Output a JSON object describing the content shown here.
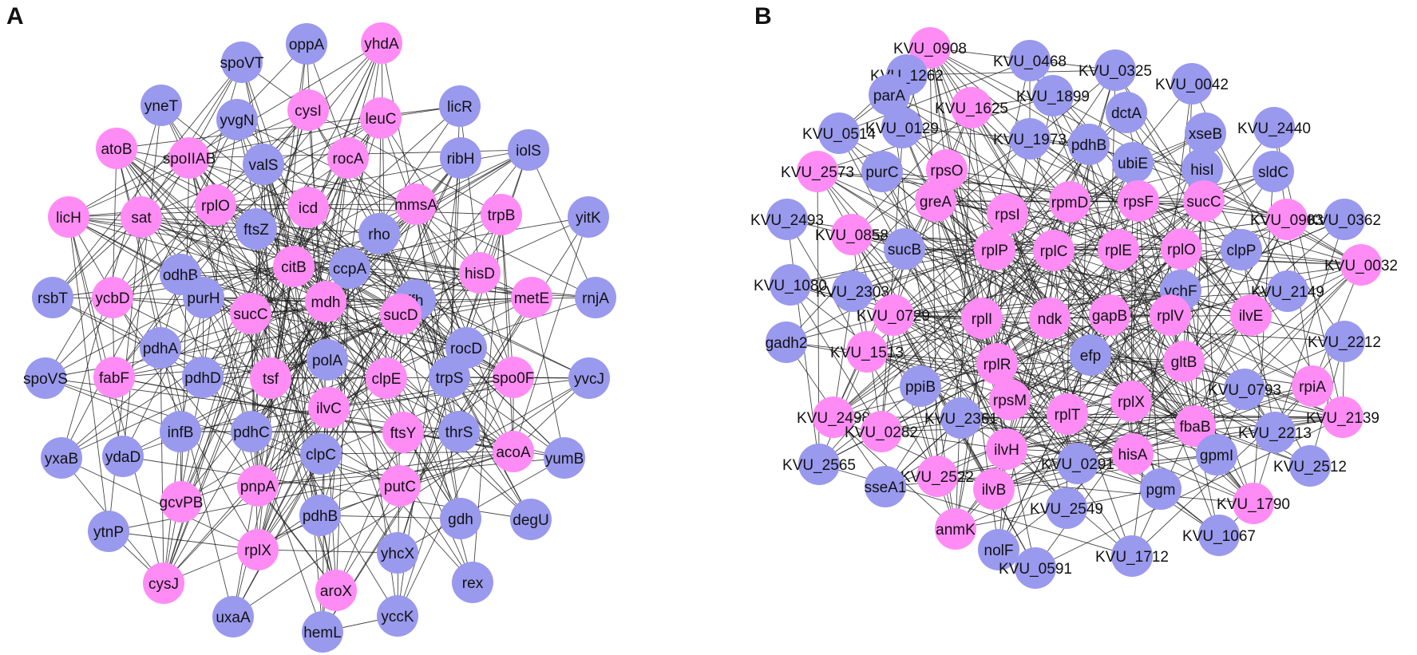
{
  "colors": {
    "hub": "#ff8cf5",
    "peripheral": "#9999ee",
    "edge": "#1a1a1a"
  },
  "panels": [
    {
      "label": "A",
      "nodes": [
        {
          "name": "spoVT",
          "c": "p"
        },
        {
          "name": "oppA",
          "c": "p"
        },
        {
          "name": "yhdA",
          "c": "h"
        },
        {
          "name": "yneT",
          "c": "p"
        },
        {
          "name": "yvgN",
          "c": "p"
        },
        {
          "name": "cysI",
          "c": "h"
        },
        {
          "name": "leuC",
          "c": "h"
        },
        {
          "name": "licR",
          "c": "p"
        },
        {
          "name": "atoB",
          "c": "h"
        },
        {
          "name": "spoIIAB",
          "c": "h"
        },
        {
          "name": "valS",
          "c": "p"
        },
        {
          "name": "rocA",
          "c": "h"
        },
        {
          "name": "ribH",
          "c": "p"
        },
        {
          "name": "iolS",
          "c": "p"
        },
        {
          "name": "licH",
          "c": "h"
        },
        {
          "name": "sat",
          "c": "h"
        },
        {
          "name": "rplO",
          "c": "h"
        },
        {
          "name": "icd",
          "c": "h"
        },
        {
          "name": "mmsA",
          "c": "h"
        },
        {
          "name": "trpB",
          "c": "h"
        },
        {
          "name": "yitK",
          "c": "p"
        },
        {
          "name": "ftsZ",
          "c": "p"
        },
        {
          "name": "rho",
          "c": "p"
        },
        {
          "name": "odhB",
          "c": "p"
        },
        {
          "name": "citB",
          "c": "h"
        },
        {
          "name": "ccpA",
          "c": "p"
        },
        {
          "name": "hisD",
          "c": "h"
        },
        {
          "name": "rsbT",
          "c": "p"
        },
        {
          "name": "ycbD",
          "c": "h"
        },
        {
          "name": "purH",
          "c": "p"
        },
        {
          "name": "mdh",
          "c": "h"
        },
        {
          "name": "ffh",
          "c": "p"
        },
        {
          "name": "metE",
          "c": "h"
        },
        {
          "name": "rnjA",
          "c": "p"
        },
        {
          "name": "sucC",
          "c": "h"
        },
        {
          "name": "sucD",
          "c": "h"
        },
        {
          "name": "pdhA",
          "c": "p"
        },
        {
          "name": "rocD",
          "c": "p"
        },
        {
          "name": "spoVS",
          "c": "p"
        },
        {
          "name": "fabF",
          "c": "h"
        },
        {
          "name": "pdhD",
          "c": "p"
        },
        {
          "name": "tsf",
          "c": "h"
        },
        {
          "name": "polA",
          "c": "p"
        },
        {
          "name": "clpE",
          "c": "h"
        },
        {
          "name": "trpS",
          "c": "p"
        },
        {
          "name": "spo0F",
          "c": "h"
        },
        {
          "name": "yvcJ",
          "c": "p"
        },
        {
          "name": "ilvC",
          "c": "h"
        },
        {
          "name": "infB",
          "c": "p"
        },
        {
          "name": "pdhC",
          "c": "p"
        },
        {
          "name": "ftsY",
          "c": "h"
        },
        {
          "name": "thrS",
          "c": "p"
        },
        {
          "name": "yxaB",
          "c": "p"
        },
        {
          "name": "ydaD",
          "c": "p"
        },
        {
          "name": "clpC",
          "c": "p"
        },
        {
          "name": "acoA",
          "c": "h"
        },
        {
          "name": "yumB",
          "c": "p"
        },
        {
          "name": "pnpA",
          "c": "h"
        },
        {
          "name": "putC",
          "c": "h"
        },
        {
          "name": "gcvPB",
          "c": "h"
        },
        {
          "name": "pdhB",
          "c": "p"
        },
        {
          "name": "gdh",
          "c": "p"
        },
        {
          "name": "degU",
          "c": "p"
        },
        {
          "name": "ytnP",
          "c": "p"
        },
        {
          "name": "rplX",
          "c": "h"
        },
        {
          "name": "yhcX",
          "c": "p"
        },
        {
          "name": "cysJ",
          "c": "h"
        },
        {
          "name": "aroX",
          "c": "h"
        },
        {
          "name": "rex",
          "c": "p"
        },
        {
          "name": "uxaA",
          "c": "p"
        },
        {
          "name": "hemL",
          "c": "p"
        },
        {
          "name": "yccK",
          "c": "p"
        }
      ]
    },
    {
      "label": "B",
      "nodes": [
        {
          "name": "KVU_0908",
          "c": "h"
        },
        {
          "name": "KVU_0468",
          "c": "p"
        },
        {
          "name": "KVU_0325",
          "c": "p"
        },
        {
          "name": "KVU_1262",
          "c": "p"
        },
        {
          "name": "KVU_0042",
          "c": "p"
        },
        {
          "name": "parA",
          "c": "p"
        },
        {
          "name": "KVU_1899",
          "c": "p"
        },
        {
          "name": "KVU_1625",
          "c": "h"
        },
        {
          "name": "dctA",
          "c": "p"
        },
        {
          "name": "KVU_0514",
          "c": "p"
        },
        {
          "name": "KVU_0129",
          "c": "p"
        },
        {
          "name": "KVU_2440",
          "c": "p"
        },
        {
          "name": "xseB",
          "c": "p"
        },
        {
          "name": "KVU_1973",
          "c": "p"
        },
        {
          "name": "pdhB",
          "c": "p"
        },
        {
          "name": "KVU_2573",
          "c": "h"
        },
        {
          "name": "purC",
          "c": "p"
        },
        {
          "name": "rpsO",
          "c": "h"
        },
        {
          "name": "ubiE",
          "c": "p"
        },
        {
          "name": "hisI",
          "c": "p"
        },
        {
          "name": "sldC",
          "c": "p"
        },
        {
          "name": "greA",
          "c": "h"
        },
        {
          "name": "rpmD",
          "c": "h"
        },
        {
          "name": "rpsF",
          "c": "h"
        },
        {
          "name": "sucC",
          "c": "h"
        },
        {
          "name": "rpsI",
          "c": "h"
        },
        {
          "name": "KVU_2493",
          "c": "p"
        },
        {
          "name": "KVU_0903",
          "c": "h"
        },
        {
          "name": "KVU_0362",
          "c": "p"
        },
        {
          "name": "KVU_0858",
          "c": "h"
        },
        {
          "name": "sucB",
          "c": "p"
        },
        {
          "name": "rplP",
          "c": "h"
        },
        {
          "name": "rplC",
          "c": "h"
        },
        {
          "name": "rplE",
          "c": "h"
        },
        {
          "name": "rplO",
          "c": "h"
        },
        {
          "name": "clpP",
          "c": "p"
        },
        {
          "name": "KVU_0032",
          "c": "h"
        },
        {
          "name": "KVU_1080",
          "c": "p"
        },
        {
          "name": "KVU_2303",
          "c": "p"
        },
        {
          "name": "ychF",
          "c": "p"
        },
        {
          "name": "KVU_2149",
          "c": "p"
        },
        {
          "name": "KVU_0729",
          "c": "h"
        },
        {
          "name": "rplI",
          "c": "h"
        },
        {
          "name": "ndk",
          "c": "h"
        },
        {
          "name": "gapB",
          "c": "h"
        },
        {
          "name": "rplV",
          "c": "h"
        },
        {
          "name": "ilvE",
          "c": "h"
        },
        {
          "name": "gadh2",
          "c": "p"
        },
        {
          "name": "efp",
          "c": "p"
        },
        {
          "name": "KVU_2212",
          "c": "p"
        },
        {
          "name": "KVU_1513",
          "c": "h"
        },
        {
          "name": "rplR",
          "c": "h"
        },
        {
          "name": "gltB",
          "c": "h"
        },
        {
          "name": "rpiA",
          "c": "h"
        },
        {
          "name": "ppiB",
          "c": "p"
        },
        {
          "name": "rpsM",
          "c": "h"
        },
        {
          "name": "rplX",
          "c": "h"
        },
        {
          "name": "KVU_0793",
          "c": "p"
        },
        {
          "name": "KVU_2498",
          "c": "h"
        },
        {
          "name": "KVU_2361",
          "c": "p"
        },
        {
          "name": "rplT",
          "c": "h"
        },
        {
          "name": "KVU_2139",
          "c": "h"
        },
        {
          "name": "KVU_0282",
          "c": "h"
        },
        {
          "name": "fbaB",
          "c": "h"
        },
        {
          "name": "KVU_2213",
          "c": "p"
        },
        {
          "name": "ilvH",
          "c": "h"
        },
        {
          "name": "hisA",
          "c": "h"
        },
        {
          "name": "KVU_2565",
          "c": "p"
        },
        {
          "name": "KVU_2522",
          "c": "h"
        },
        {
          "name": "KVU_0291",
          "c": "p"
        },
        {
          "name": "gpmI",
          "c": "p"
        },
        {
          "name": "KVU_2512",
          "c": "p"
        },
        {
          "name": "sseA1",
          "c": "p"
        },
        {
          "name": "ilvB",
          "c": "h"
        },
        {
          "name": "pgm",
          "c": "p"
        },
        {
          "name": "KVU_1790",
          "c": "h"
        },
        {
          "name": "KVU_2549",
          "c": "p"
        },
        {
          "name": "anmK",
          "c": "h"
        },
        {
          "name": "KVU_1067",
          "c": "p"
        },
        {
          "name": "nolF",
          "c": "p"
        },
        {
          "name": "KVU_1712",
          "c": "p"
        },
        {
          "name": "KVU_0591",
          "c": "p"
        }
      ]
    }
  ]
}
